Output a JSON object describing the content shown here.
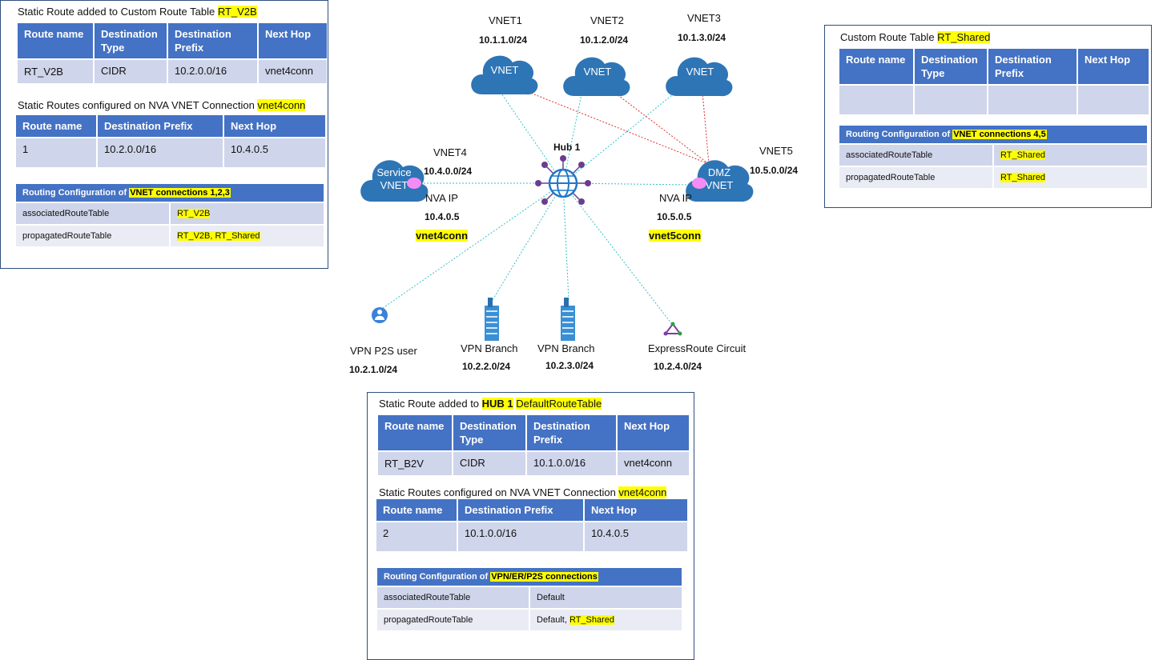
{
  "left_panel": {
    "title_prefix": "Static Route added to Custom Route Table ",
    "title_highlight": "RT_V2B",
    "table1_headers": [
      "Route name",
      "Destination Type",
      "Destination Prefix",
      "Next Hop"
    ],
    "table1_row": [
      "RT_V2B",
      "CIDR",
      "10.2.0.0/16",
      "vnet4conn"
    ],
    "subtitle_prefix": "Static Routes configured on NVA VNET Connection ",
    "subtitle_highlight": "vnet4conn",
    "table2_headers": [
      "Route name",
      "Destination  Prefix",
      "Next Hop"
    ],
    "table2_row": [
      "1",
      "10.2.0.0/16",
      "10.4.0.5"
    ],
    "cfg_header_prefix": "Routing Configuration  of ",
    "cfg_header_highlight": "VNET connections  1,2,3",
    "cfg_rows": [
      {
        "key": "associatedRouteTable",
        "value": "RT_V2B"
      },
      {
        "key": "propagatedRouteTable",
        "value": "RT_V2B,  RT_Shared"
      }
    ]
  },
  "right_panel": {
    "title_prefix": "Custom Route Table ",
    "title_highlight": "RT_Shared",
    "table_headers": [
      "Route name",
      "Destination Type",
      "Destination Prefix",
      "Next Hop"
    ],
    "table_row": [
      "",
      "",
      "",
      ""
    ],
    "cfg_header_prefix": "Routing Configuration  of ",
    "cfg_header_highlight": "VNET connections  4,5",
    "cfg_rows": [
      {
        "key": "associatedRouteTable",
        "value": "RT_Shared"
      },
      {
        "key": "propagatedRouteTable",
        "value": "RT_Shared"
      }
    ]
  },
  "bottom_panel": {
    "title_prefix": "Static Route added to ",
    "title_highlight1": "HUB 1",
    "title_highlight2": "DefaultRouteTable",
    "table1_headers": [
      "Route name",
      "Destination Type",
      "Destination Prefix",
      "Next Hop"
    ],
    "table1_row": [
      "RT_B2V",
      "CIDR",
      "10.1.0.0/16",
      "vnet4conn"
    ],
    "subtitle_prefix": "Static Routes configured on NVA VNET Connection ",
    "subtitle_highlight": "vnet4conn",
    "table2_headers": [
      "Route name",
      "Destination  Prefix",
      "Next Hop"
    ],
    "table2_row": [
      "2",
      "10.1.0.0/16",
      "10.4.0.5"
    ],
    "cfg_header_prefix": "Routing Configuration  of ",
    "cfg_header_highlight": "VPN/ER/P2S connections",
    "cfg_rows": [
      {
        "key": "associatedRouteTable",
        "value": "Default",
        "value_highlight": ""
      },
      {
        "key": "propagatedRouteTable",
        "value": "Default, ",
        "value_highlight": "RT_Shared"
      }
    ]
  },
  "diagram": {
    "hub_label": "Hub 1",
    "vnet1": {
      "name": "VNET1",
      "cidr": "10.1.1.0/24",
      "cloud": "VNET"
    },
    "vnet2": {
      "name": "VNET2",
      "cidr": "10.1.2.0/24",
      "cloud": "VNET"
    },
    "vnet3": {
      "name": "VNET3",
      "cidr": "10.1.3.0/24",
      "cloud": "VNET"
    },
    "vnet4": {
      "name": "VNET4",
      "cidr": "10.4.0.0/24",
      "cloud_line1": "Service",
      "cloud_line2": "VNET",
      "nva_label": "NVA IP",
      "nva_ip": "10.4.0.5",
      "conn": "vnet4conn"
    },
    "vnet5": {
      "name": "VNET5",
      "cidr": "10.5.0.0/24",
      "cloud_line1": "DMZ",
      "cloud_line2": "VNET",
      "nva_label": "NVA IP",
      "nva_ip": "10.5.0.5",
      "conn": "vnet5conn"
    },
    "p2s": {
      "name": "VPN P2S user",
      "cidr": "10.2.1.0/24"
    },
    "branch1": {
      "name": "VPN Branch",
      "cidr": "10.2.2.0/24"
    },
    "branch2": {
      "name": "VPN Branch",
      "cidr": "10.2.3.0/24"
    },
    "er": {
      "name": "ExpressRoute Circuit",
      "cidr": "10.2.4.0/24"
    },
    "colors": {
      "cloud": "#2e75b6",
      "cyan_line": "#38c1c9",
      "red_line": "#e03030",
      "highlight": "#ffff00",
      "header_blue": "#4472c4"
    }
  }
}
